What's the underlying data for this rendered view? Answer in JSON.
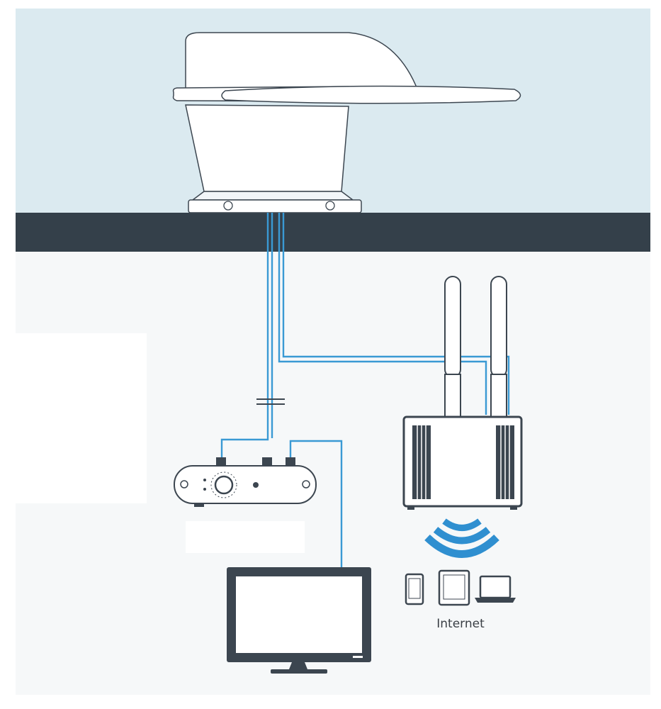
{
  "labels": {
    "internet": "Internet"
  },
  "colors": {
    "sky": "#dbeaf0",
    "roof": "#34404a",
    "cabin": "#f6f8f9",
    "cable": "#3a9ad4",
    "device_stroke": "#3c4650",
    "device_fill": "#ffffff",
    "wifi": "#2f8fd0"
  },
  "components": [
    "antenna-dome",
    "roof",
    "coax-cables",
    "tv-control-unit",
    "tv-screen",
    "4g-router",
    "wifi-signal",
    "smartphone",
    "tablet",
    "laptop"
  ]
}
